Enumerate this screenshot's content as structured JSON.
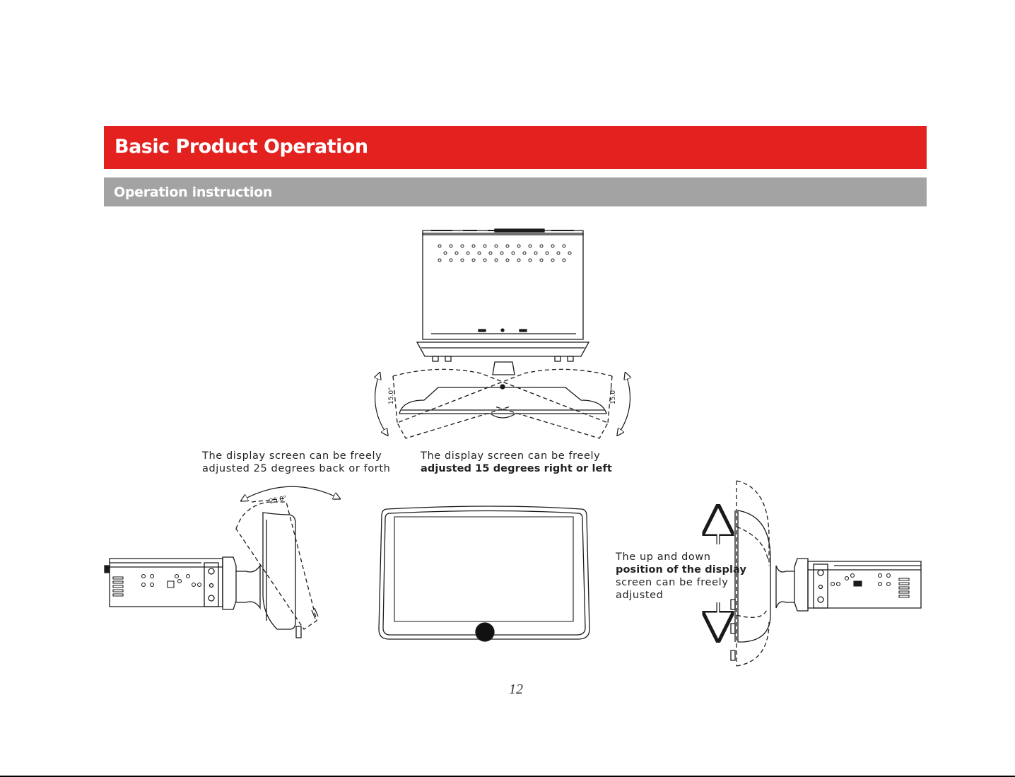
{
  "header": {
    "section_title": "Basic Product Operation",
    "subsection_title": "Operation instruction"
  },
  "captions": {
    "tilt": {
      "line1": "The display screen can be freely",
      "line2": "adjusted 25 degrees back or forth"
    },
    "swivel": {
      "line1": "The display screen can be freely",
      "line2": "adjusted 15 degrees right or left"
    },
    "height": {
      "line1": "The up and down",
      "line2": "position of the display",
      "line3": "screen can be freely",
      "line4": "adjusted"
    }
  },
  "diagram_labels": {
    "tilt_angle": "25.0°",
    "swivel_angle_left": "15.0°",
    "swivel_angle_right": "15.0°"
  },
  "page_number": "12",
  "colors": {
    "header_red": "#e3211f",
    "subheader_gray": "#a3a3a3",
    "line_art": "#1a1a1a"
  }
}
